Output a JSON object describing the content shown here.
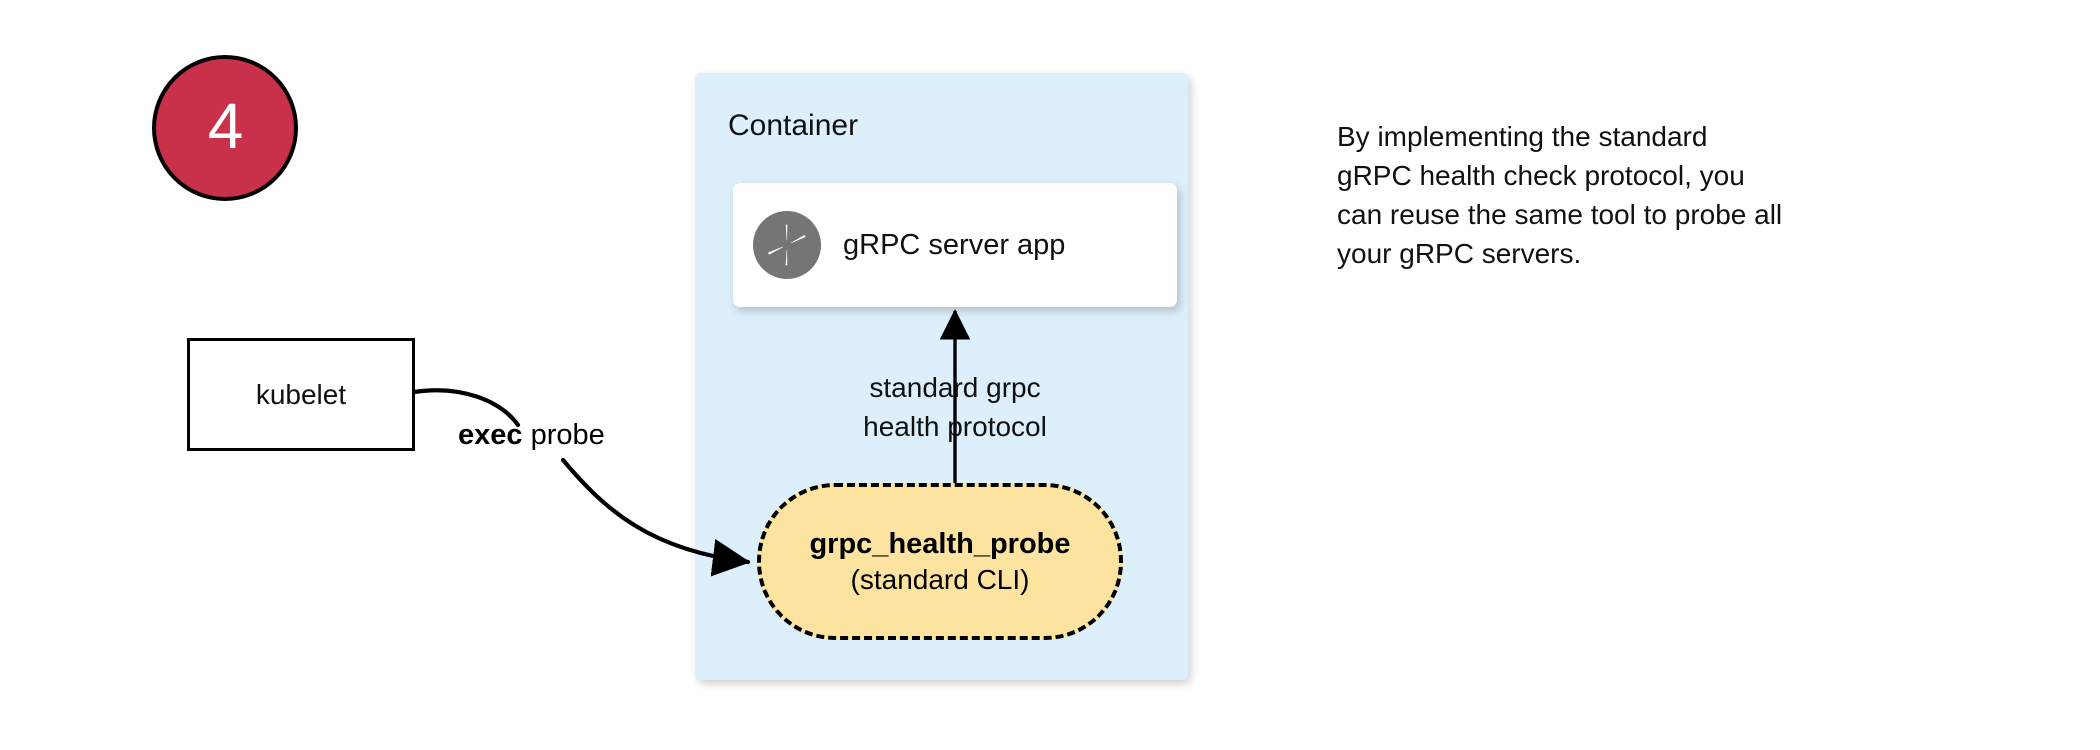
{
  "colors": {
    "badge_fill": "#C9304A",
    "badge_text": "#FFFFFF",
    "container_fill": "#DCEFFB",
    "card_fill": "#FFFFFF",
    "probe_fill": "#FCE4A0",
    "stroke": "#000000",
    "icon_gray": "#757575"
  },
  "step": {
    "number": "4"
  },
  "container": {
    "title": "Container",
    "server_card": {
      "icon": "aperture-icon",
      "label": "gRPC server app"
    },
    "protocol_arrow": {
      "direction": "up",
      "label_line1": "standard grpc",
      "label_line2": "health protocol"
    },
    "probe": {
      "title": "grpc_health_probe",
      "subtitle": "(standard CLI)"
    }
  },
  "kubelet": {
    "label": "kubelet"
  },
  "exec_edge": {
    "label_bold": "exec",
    "label_rest": " probe"
  },
  "note": {
    "line1": "By implementing the standard",
    "line2": "gRPC health check protocol, you",
    "line3": "can reuse the same tool to probe all",
    "line4": "your gRPC servers."
  }
}
